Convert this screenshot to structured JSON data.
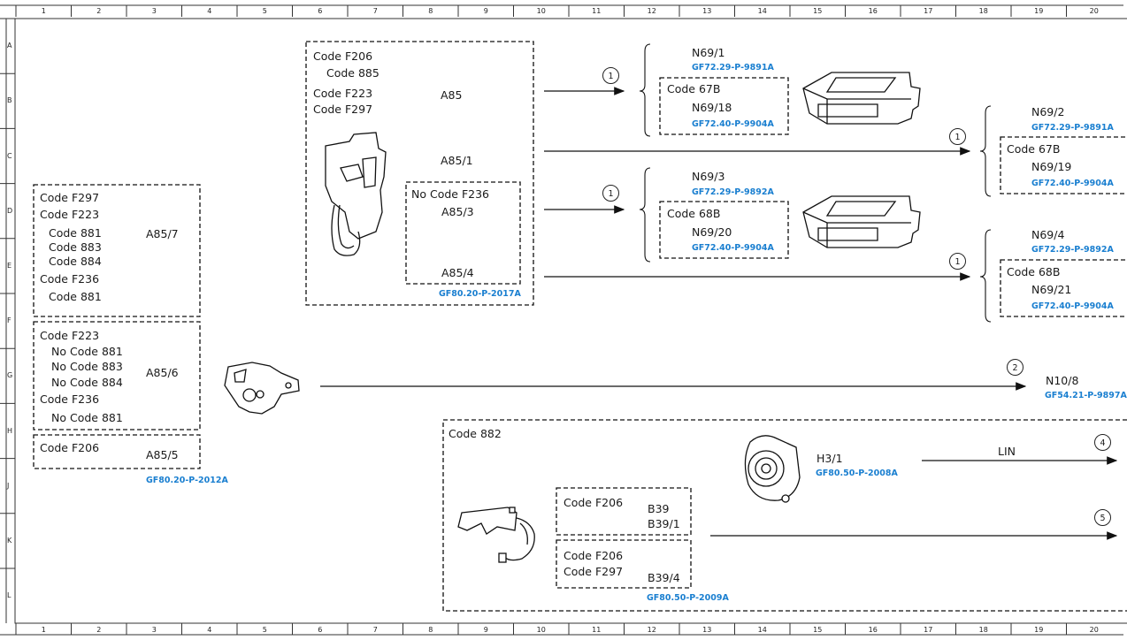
{
  "ruler": {
    "columns": [
      "1",
      "2",
      "3",
      "4",
      "5",
      "6",
      "7",
      "8",
      "9",
      "10",
      "11",
      "12",
      "13",
      "14",
      "15",
      "16",
      "17",
      "18",
      "19",
      "20"
    ],
    "rows": [
      "A",
      "B",
      "C",
      "D",
      "E",
      "F",
      "G",
      "H",
      "J",
      "K",
      "L"
    ]
  },
  "group_a85": {
    "codes": [
      "Code F206",
      "Code 885",
      "Code F223",
      "Code F297"
    ],
    "a85": "A85",
    "a85_1": "A85/1",
    "inner_code": "No Code F236",
    "a85_3": "A85/3",
    "a85_4": "A85/4",
    "ref": "GF80.20-P-2017A"
  },
  "group_left": {
    "box1_lines": [
      "Code F297",
      "Code F223",
      "Code 881",
      "Code 883",
      "Code 884",
      "Code F236",
      "Code 881"
    ],
    "box1_label": "A85/7",
    "box2_lines": [
      "Code F223",
      "No  Code 881",
      "No  Code 883",
      "No  Code 884",
      "Code F236",
      "No  Code 881"
    ],
    "box2_label": "A85/6",
    "box3_line": "Code F206",
    "box3_label": "A85/5",
    "ref": "GF80.20-P-2012A"
  },
  "targets": {
    "n69_1": {
      "label": "N69/1",
      "ref": "GF72.29-P-9891A"
    },
    "code_67b_a": "Code 67B",
    "n69_18": {
      "label": "N69/18",
      "ref": "GF72.40-P-9904A"
    },
    "n69_3": {
      "label": "N69/3",
      "ref": "GF72.29-P-9892A"
    },
    "code_68b_a": "Code 68B",
    "n69_20": {
      "label": "N69/20",
      "ref": "GF72.40-P-9904A"
    },
    "n69_2": {
      "label": "N69/2",
      "ref": "GF72.29-P-9891A"
    },
    "code_67b_b": "Code 67B",
    "n69_19": {
      "label": "N69/19",
      "ref": "GF72.40-P-9904A"
    },
    "n69_4": {
      "label": "N69/4",
      "ref": "GF72.29-P-9892A"
    },
    "code_68b_b": "Code 68B",
    "n69_21": {
      "label": "N69/21",
      "ref": "GF72.40-P-9904A"
    },
    "n10_8": {
      "label": "N10/8",
      "ref": "GF54.21-P-9897A"
    }
  },
  "group_882": {
    "code": "Code 882",
    "h3_1": {
      "label": "H3/1",
      "ref": "GF80.50-P-2008A"
    },
    "lin": "LIN",
    "b_box1_code": "Code F206",
    "b39": "B39",
    "b39_1": "B39/1",
    "b_box2_codes": [
      "Code F206",
      "Code F297"
    ],
    "b39_4": "B39/4",
    "ref": "GF80.50-P-2009A"
  },
  "markers": [
    "1",
    "1",
    "1",
    "1",
    "2",
    "4",
    "5"
  ]
}
